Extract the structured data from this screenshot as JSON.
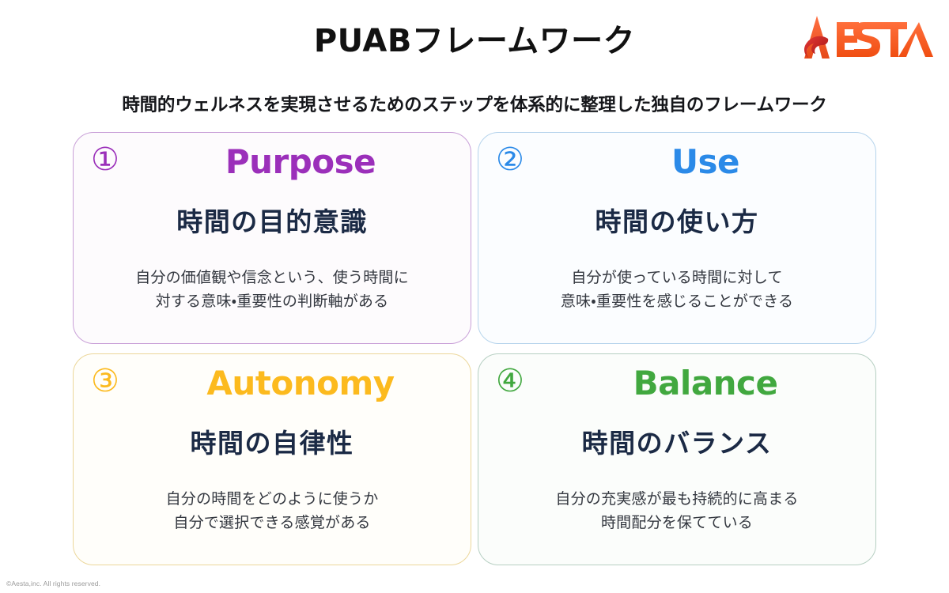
{
  "header": {
    "title": "PUABフレームワーク",
    "subtitle": "時間的ウェルネスを実現させるためのステップを体系的に整理した独自のフレームワーク"
  },
  "logo": {
    "name": "aesta-logo",
    "wordmark": "ESTA",
    "mark_letter": "A",
    "colors": {
      "orange": "#f4511e",
      "orange_light": "#ff7043",
      "red": "#c62828",
      "crimson": "#e53935"
    }
  },
  "cards": [
    {
      "number": "①",
      "en_title": "Purpose",
      "jp_title": "時間の目的意識",
      "description": "自分の価値観や信念という、使う時間に\n対する意味・重要性の判断軸がある",
      "accent": "#9b2fba",
      "border": "#c9a0d8",
      "background": "#fdfbfd"
    },
    {
      "number": "②",
      "en_title": "Use",
      "jp_title": "時間の使い方",
      "description": "自分が使っている時間に対して\n意味・重要性を感じることができる",
      "accent": "#2b8ae8",
      "border": "#b6d4ec",
      "background": "#fbfdff"
    },
    {
      "number": "③",
      "en_title": "Autonomy",
      "jp_title": "時間の自律性",
      "description": "自分の時間をどのように使うか\n自分で選択できる感覚がある",
      "accent": "#fcba1e",
      "border": "#ecd79a",
      "background": "#fffefa"
    },
    {
      "number": "④",
      "en_title": "Balance",
      "jp_title": "時間のバランス",
      "description": "自分の充実感が最も持続的に高まる\n時間配分を保てている",
      "accent": "#41a83f",
      "border": "#b6cfc2",
      "background": "#fbfdfb"
    }
  ],
  "footer": {
    "copyright": "©Aesta,inc. All rights reserved."
  }
}
